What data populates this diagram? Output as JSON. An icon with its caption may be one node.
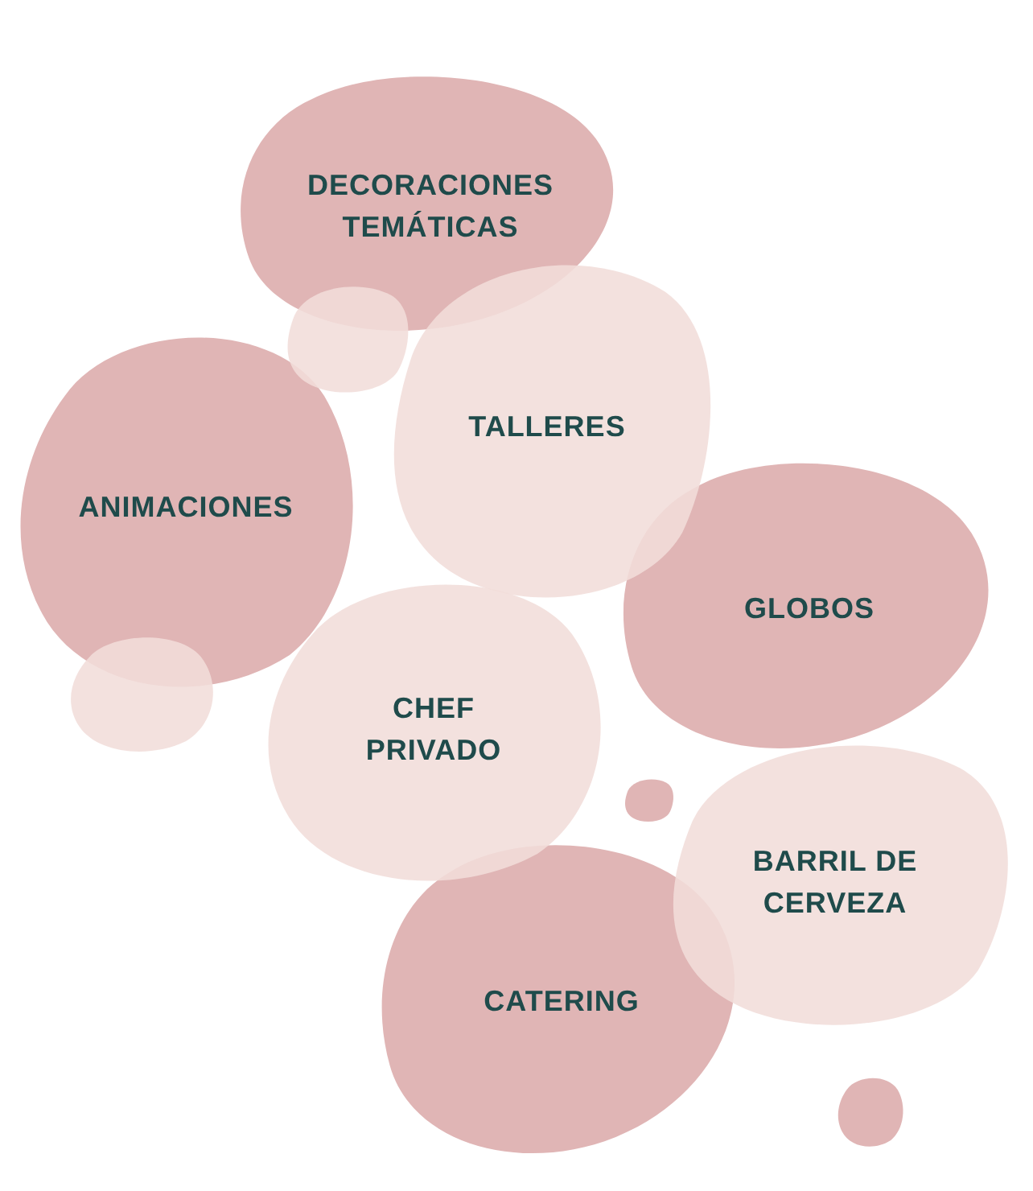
{
  "diagram": {
    "nodes": [
      {
        "text": [
          "DECORACIONES TEMÁTICAS"
        ]
      },
      {
        "text": [],
        "shape": "blob"
      },
      {
        "text": [
          "ANIMACIONES"
        ]
      },
      {
        "text": [
          "TALLERES"
        ]
      },
      {
        "text": [
          "GLOBOS"
        ]
      },
      {
        "text": [],
        "shape": "blob"
      },
      {
        "text": [
          "CHEF PRIVADO"
        ]
      },
      {
        "text": [],
        "shape": "blob"
      },
      {
        "text": [
          "BARRIL DE CERVEZA"
        ]
      },
      {
        "text": [
          "CATERING"
        ]
      },
      {
        "text": [],
        "shape": "blob"
      }
    ]
  }
}
